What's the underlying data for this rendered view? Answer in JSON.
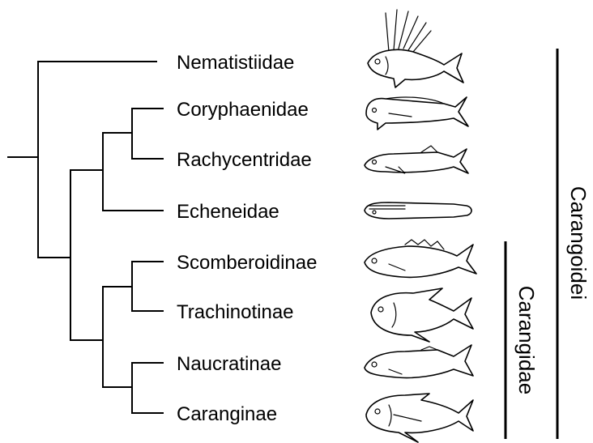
{
  "taxa": [
    {
      "label": "Nematistiidae",
      "icon": "roosterfish-icon"
    },
    {
      "label": "Coryphaenidae",
      "icon": "dolphinfish-icon"
    },
    {
      "label": "Rachycentridae",
      "icon": "cobia-icon"
    },
    {
      "label": "Echeneidae",
      "icon": "remora-icon"
    },
    {
      "label": "Scomberoidinae",
      "icon": "queenfish-icon"
    },
    {
      "label": "Trachinotinae",
      "icon": "pompano-icon"
    },
    {
      "label": "Naucratinae",
      "icon": "amberjack-icon"
    },
    {
      "label": "Caranginae",
      "icon": "trevally-icon"
    }
  ],
  "groups": {
    "outer": {
      "label": "Carangoidei"
    },
    "inner": {
      "label": "Carangidae"
    }
  }
}
